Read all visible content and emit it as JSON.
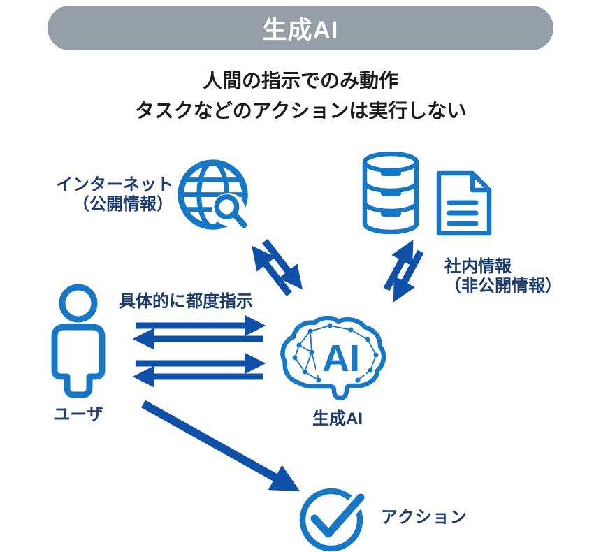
{
  "header": {
    "pill_label": "生成AI"
  },
  "title": {
    "line1": "人間の指示でのみ動作",
    "line2": "タスクなどのアクションは実行しない"
  },
  "nodes": {
    "internet": {
      "icon": "globe-search-icon",
      "label_line1": "インターネット",
      "label_line2": "（公開情報）"
    },
    "internal": {
      "icon": "database-document-icons",
      "label_line1": "社内情報",
      "label_line2": "（非公開情報）"
    },
    "user": {
      "icon": "user-icon",
      "label": "ユーザ"
    },
    "ai": {
      "icon": "ai-brain-icon",
      "icon_text": "AI",
      "label": "生成AI"
    },
    "action": {
      "icon": "check-circle-icon",
      "label": "アクション"
    }
  },
  "edges": [
    {
      "from": "user",
      "to": "ai",
      "type": "double-pair-bidirectional",
      "label": "具体的に都度指示"
    },
    {
      "from": "ai",
      "to": "internet",
      "type": "bidirectional"
    },
    {
      "from": "ai",
      "to": "internal",
      "type": "bidirectional"
    },
    {
      "from": "user",
      "to": "action",
      "type": "single"
    }
  ],
  "colors": {
    "pill_gray": "#969ea7",
    "title_black": "#1a1a1a",
    "icon_blue": "#1577c5",
    "arrow_blue": "#0f51a8",
    "label_navy": "#1b3a6d"
  }
}
